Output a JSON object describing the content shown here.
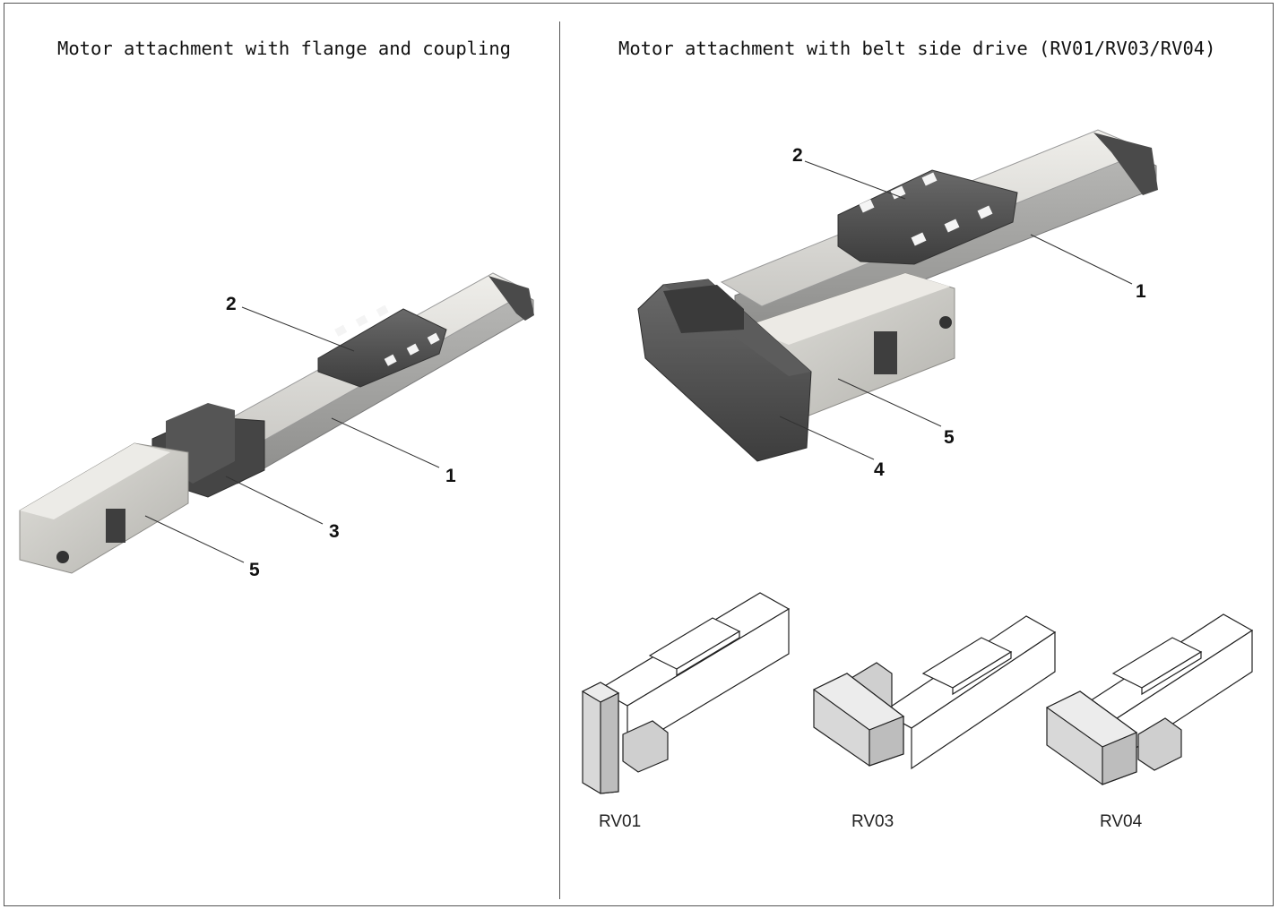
{
  "panels": {
    "left": {
      "title": "Motor attachment with flange and coupling",
      "callouts": [
        "1",
        "2",
        "3",
        "5"
      ]
    },
    "right": {
      "title": "Motor attachment with belt side drive (RV01/RV03/RV04)",
      "callouts": [
        "1",
        "2",
        "4",
        "5"
      ],
      "variants": [
        "RV01",
        "RV03",
        "RV04"
      ]
    }
  }
}
